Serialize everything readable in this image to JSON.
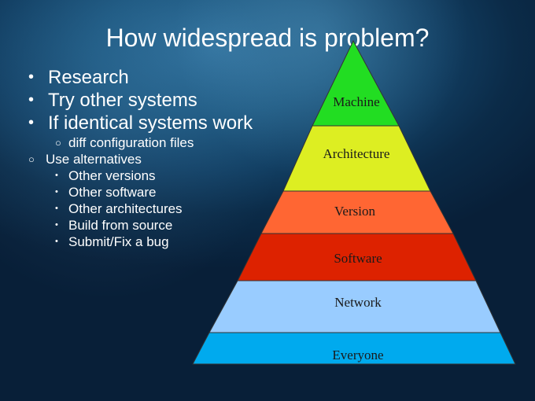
{
  "slide": {
    "title": "How widespread is problem?",
    "bullets": [
      {
        "level": 1,
        "marker": "•",
        "text": "Research"
      },
      {
        "level": 1,
        "marker": "•",
        "text": "Try other systems"
      },
      {
        "level": 1,
        "marker": "•",
        "text": "If identical systems work"
      },
      {
        "level": 3,
        "marker": "○",
        "text": "diff configuration files"
      },
      {
        "level": 2,
        "marker": "○",
        "text": "Use alternatives"
      },
      {
        "level": 4,
        "marker": "•",
        "text": "Other versions"
      },
      {
        "level": 4,
        "marker": "•",
        "text": "Other software"
      },
      {
        "level": 4,
        "marker": "•",
        "text": "Other architectures"
      },
      {
        "level": 4,
        "marker": "•",
        "text": "Build from source"
      },
      {
        "level": 4,
        "marker": "•",
        "text": "Submit/Fix a bug"
      }
    ]
  },
  "pyramid": {
    "tiers": [
      {
        "label": "Machine",
        "color": "#22dd22"
      },
      {
        "label": "Architecture",
        "color": "#ddee22"
      },
      {
        "label": "Version",
        "color": "#ff6633"
      },
      {
        "label": "Software",
        "color": "#dd2200"
      },
      {
        "label": "Network",
        "color": "#99ccff"
      },
      {
        "label": "Everyone",
        "color": "#00aaee"
      }
    ]
  },
  "colors": {
    "background": "#123f63",
    "text": "#ffffff"
  }
}
